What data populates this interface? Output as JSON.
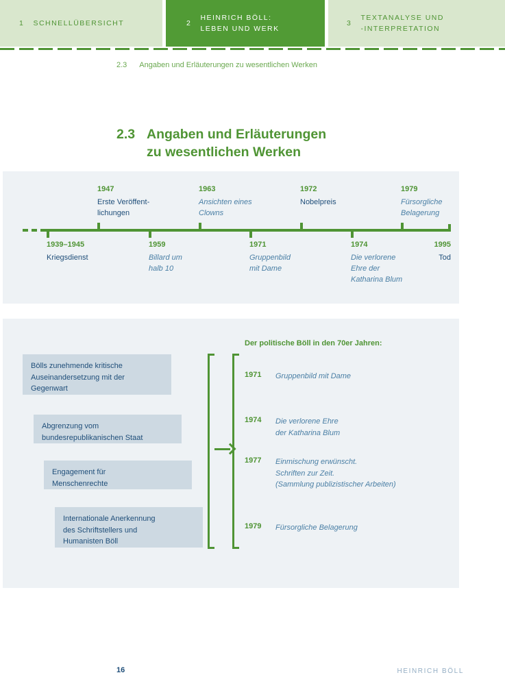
{
  "header": {
    "tabs": [
      {
        "num": "1",
        "label": "SCHNELLÜBERSICHT",
        "active": false
      },
      {
        "num": "2",
        "label": "HEINRICH BÖLL:\nLEBEN UND WERK",
        "active": true
      },
      {
        "num": "3",
        "label": "TEXTANALYSE UND\n-INTERPRETATION",
        "active": false
      }
    ],
    "active_color": "#519b35",
    "inactive_color": "#d9e7cd",
    "accent_green": "#4f9434"
  },
  "breadcrumb": {
    "num": "2.3",
    "text": "Angaben und Erläuterungen zu wesentlichen Werken"
  },
  "title": {
    "num": "2.3",
    "text": "Angaben und Erläuterungen\nzu wesentlichen Werken"
  },
  "timeline": {
    "above": [
      {
        "year": "1947",
        "desc": "Erste Veröffent-\nlichungen",
        "work": false
      },
      {
        "year": "1963",
        "desc": "Ansichten eines\nClowns",
        "work": true
      },
      {
        "year": "1972",
        "desc": "Nobelpreis",
        "work": false
      },
      {
        "year": "1979",
        "desc": "Fürsorgliche\nBelagerung",
        "work": true
      }
    ],
    "below": [
      {
        "year": "1939–1945",
        "desc": "Kriegsdienst",
        "work": false
      },
      {
        "year": "1959",
        "desc": "Billard um\nhalb 10",
        "work": true
      },
      {
        "year": "1971",
        "desc": "Gruppenbild\nmit Dame",
        "work": true
      },
      {
        "year": "1974",
        "desc": "Die verlorene\nEhre der\nKatharina Blum",
        "work": true
      },
      {
        "year": "1995",
        "desc": "Tod",
        "work": false
      }
    ]
  },
  "political": {
    "heading": "Der politische Böll in den 70er Jahren:",
    "concepts": [
      "Bölls zunehmende kritische\nAuseinandersetzung mit der\nGegenwart",
      "Abgrenzung vom\nbundesrepublikanischen Staat",
      "Engagement für\nMenschenrechte",
      "Internationale Anerkennung\ndes Schriftstellers und\nHumanisten Böll"
    ],
    "works": [
      {
        "year": "1971",
        "title": "Gruppenbild mit Dame"
      },
      {
        "year": "1974",
        "title": "Die verlorene Ehre\nder Katharina Blum"
      },
      {
        "year": "1977",
        "title": "Einmischung erwünscht.\nSchriften zur Zeit.\n(Sammlung publizistischer Arbeiten)"
      },
      {
        "year": "1979",
        "title": "Fürsorgliche Belagerung"
      }
    ]
  },
  "footer": {
    "page": "16",
    "book": "HEINRICH BÖLL"
  }
}
